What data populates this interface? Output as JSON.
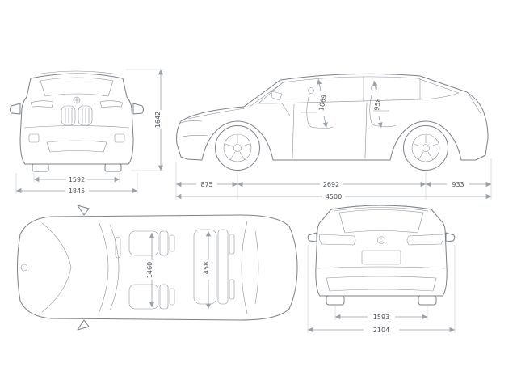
{
  "colors": {
    "background": "#ffffff",
    "line": "#7b8087",
    "dimension": "#9aa0a6",
    "extension": "#c6cacf",
    "text": "#4b5157"
  },
  "icons": {
    "brand_roundel": "car-brand-roundel"
  },
  "front": {
    "track": "1592",
    "width": "1845",
    "height": "1642"
  },
  "side": {
    "front_overhang": "875",
    "wheelbase": "2692",
    "rear_overhang": "933",
    "length": "4500",
    "front_headroom": "1069",
    "rear_headroom": "958"
  },
  "top": {
    "front_width": "1460",
    "rear_width": "1458"
  },
  "rear": {
    "track": "1593",
    "width": "2104"
  }
}
